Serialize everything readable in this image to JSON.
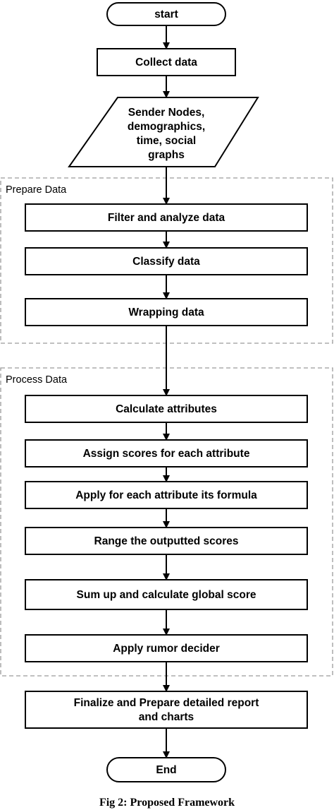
{
  "nodes": {
    "start": "start",
    "collect": "Collect data",
    "input": [
      "Sender Nodes,",
      "demographics,",
      "time, social",
      "graphs"
    ],
    "filter": "Filter and analyze data",
    "classify": "Classify data",
    "wrapping": "Wrapping data",
    "calculate": "Calculate attributes",
    "assign": "Assign scores for each attribute",
    "apply_formula": "Apply for each attribute its formula",
    "range": "Range the outputted scores",
    "sum": "Sum up and calculate global score",
    "decider": "Apply rumor decider",
    "finalize": [
      "Finalize and Prepare detailed report",
      "and charts"
    ],
    "end": "End"
  },
  "groups": {
    "prepare": "Prepare Data",
    "process": "Process Data"
  },
  "caption": "Fig 2: Proposed Framework"
}
